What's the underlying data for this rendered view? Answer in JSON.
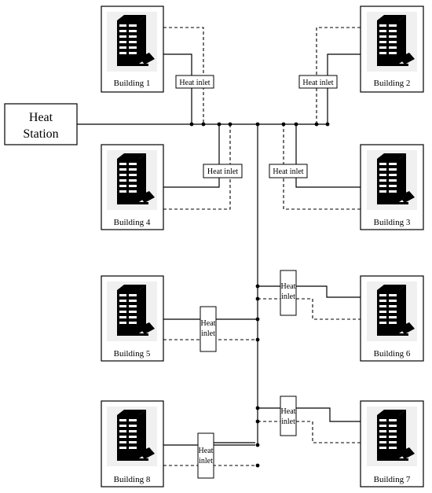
{
  "heat_station": {
    "line1": "Heat",
    "line2": "Station"
  },
  "buildings": [
    {
      "id": "b1",
      "label": "Building 1"
    },
    {
      "id": "b2",
      "label": "Building 2"
    },
    {
      "id": "b3",
      "label": "Building 3"
    },
    {
      "id": "b4",
      "label": "Building 4"
    },
    {
      "id": "b5",
      "label": "Building 5"
    },
    {
      "id": "b6",
      "label": "Building 6"
    },
    {
      "id": "b7",
      "label": "Building 7"
    },
    {
      "id": "b8",
      "label": "Building 8"
    }
  ],
  "inlets": {
    "horizontal_label": "Heat inlet",
    "vertical_line1": "Heat",
    "vertical_line2": "inlet"
  },
  "colors": {
    "line": "#000000",
    "background": "#ffffff",
    "icon_panel": "#f0f0f0"
  },
  "icon_name": "building-icon"
}
